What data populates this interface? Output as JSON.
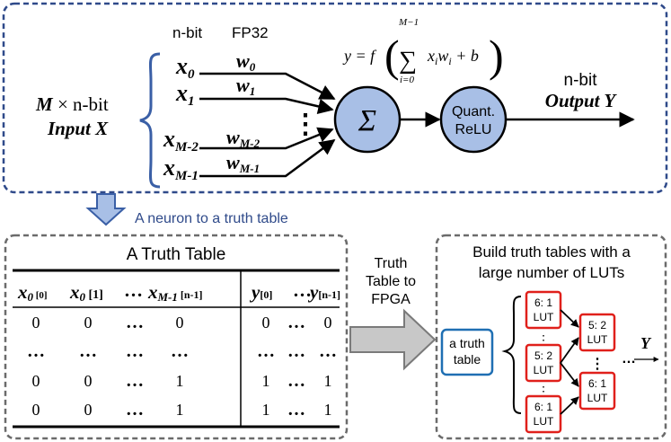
{
  "colors": {
    "top_border": "#2f4a8a",
    "node_fill": "#a8bfe6",
    "node_stroke": "#000000",
    "gray_border": "#6b6b6b",
    "lut_stroke": "#e0201b",
    "truth_box_stroke": "#1f6fb3",
    "arrow_fill": "#a8bfe6",
    "gray_arrow_fill": "#c8c8c8"
  },
  "neuron": {
    "header_nbit": "n-bit",
    "header_fp32": "FP32",
    "formula": {
      "lhs": "y = f",
      "sum_upper": "M−1",
      "sum_lower": "i=0",
      "body": "x",
      "body_sub": "i",
      "body_w": "w",
      "body_w_sub": "i",
      "tail": " + b"
    },
    "input_line1_a": "M",
    "input_line1_b": " × n-bit",
    "input_line2": "Input X",
    "inputs": [
      {
        "x": "x",
        "xs": "0",
        "w": "w",
        "ws": "0"
      },
      {
        "x": "x",
        "xs": "1",
        "w": "w",
        "ws": "1"
      },
      {
        "x": "x",
        "xs": "M-2",
        "w": "w",
        "ws": "M-2"
      },
      {
        "x": "x",
        "xs": "M-1",
        "w": "w",
        "ws": "M-1"
      }
    ],
    "sum_symbol": "Σ",
    "relu_line1": "Quant.",
    "relu_line2": "ReLU",
    "output_line1": "n-bit",
    "output_line2": "Output Y"
  },
  "transition_label": "A neuron to a truth table",
  "truth_table": {
    "title": "A Truth Table",
    "headers": [
      {
        "v": "x",
        "s": "0",
        "idx": " [0]"
      },
      {
        "v": "x",
        "s": "0",
        "idx": " [1]"
      },
      {
        "v": "…",
        "s": "",
        "idx": ""
      },
      {
        "v": "x",
        "s": "M-1",
        "idx": " [n-1]"
      },
      {
        "v": "y",
        "s": "",
        "idx": "[0]"
      },
      {
        "v": "…",
        "s": "",
        "idx": ""
      },
      {
        "v": "y",
        "s": "",
        "idx": "[n-1]"
      }
    ],
    "rows": [
      [
        "0",
        "0",
        "…",
        "0",
        "0",
        "…",
        "0"
      ],
      [
        "…",
        "…",
        "…",
        "…",
        "…",
        "…",
        "…"
      ],
      [
        "0",
        "0",
        "…",
        "1",
        "1",
        "…",
        "1"
      ],
      [
        "0",
        "0",
        "…",
        "1",
        "1",
        "…",
        "1"
      ]
    ]
  },
  "middle_arrow": {
    "line1": "Truth",
    "line2": "Table to",
    "line3": "FPGA"
  },
  "lut_panel": {
    "title_line1": "Build truth tables with a",
    "title_line2": "large number of  LUTs",
    "truth_box_line1": "a truth",
    "truth_box_line2": "table",
    "left_luts": [
      {
        "l1": "6: 1",
        "l2": "LUT"
      },
      {
        "l1": "5: 2",
        "l2": "LUT"
      },
      {
        "l1": "6: 1",
        "l2": "LUT"
      }
    ],
    "right_luts": [
      {
        "l1": "5: 2",
        "l2": "LUT"
      },
      {
        "l1": "6: 1",
        "l2": "LUT"
      }
    ],
    "dots": "⋮",
    "hdots": "…",
    "output": "Y"
  }
}
